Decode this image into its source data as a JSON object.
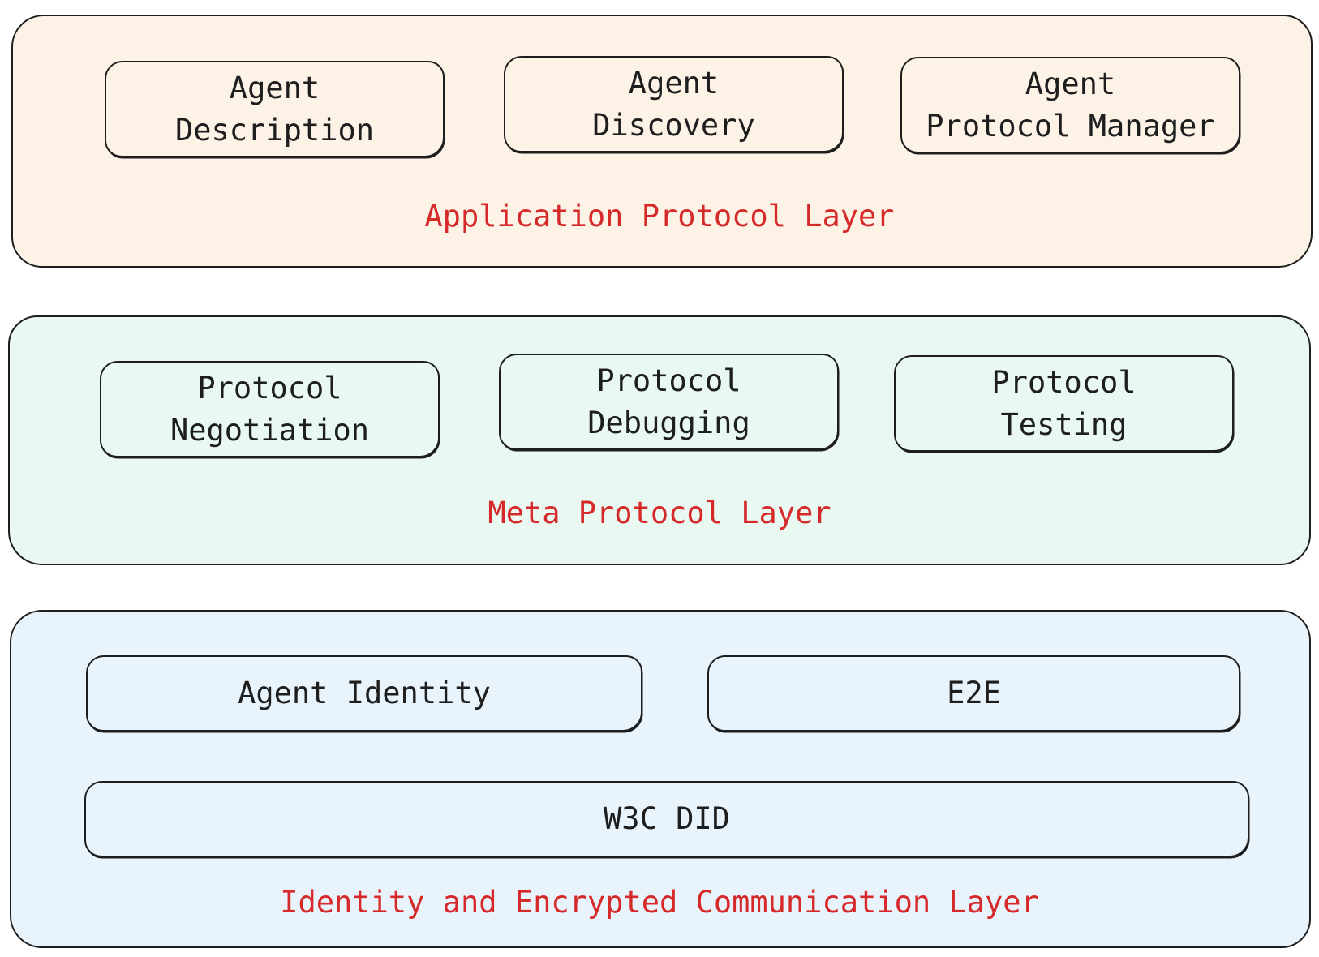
{
  "layers": {
    "application": {
      "title": "Application Protocol Layer",
      "components": [
        "Agent\nDescription",
        "Agent\nDiscovery",
        "Agent\nProtocol Manager"
      ]
    },
    "meta": {
      "title": "Meta Protocol Layer",
      "components": [
        "Protocol\nNegotiation",
        "Protocol\nDebugging",
        "Protocol\nTesting"
      ]
    },
    "identity": {
      "title": "Identity and Encrypted Communication Layer",
      "components": [
        "Agent Identity",
        "E2E",
        "W3C DID"
      ]
    }
  },
  "colors": {
    "application_fill": "#fcf3e6",
    "meta_fill": "#e9f9f2",
    "identity_fill": "#e8f3fc",
    "title_text": "#d62a2a",
    "stroke": "#1e1e1e"
  }
}
